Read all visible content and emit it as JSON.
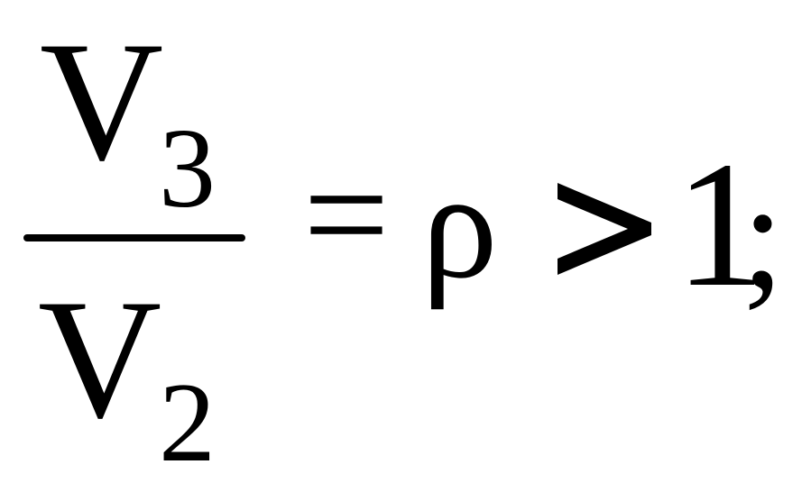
{
  "equation": {
    "numerator": {
      "symbol": "V",
      "subscript": "3"
    },
    "denominator": {
      "symbol": "V",
      "subscript": "2"
    },
    "equals": "=",
    "rho": "ρ",
    "greater_than": ">",
    "one": "1",
    "semicolon": ";"
  },
  "colors": {
    "ink": "#000000",
    "background": "#ffffff"
  }
}
